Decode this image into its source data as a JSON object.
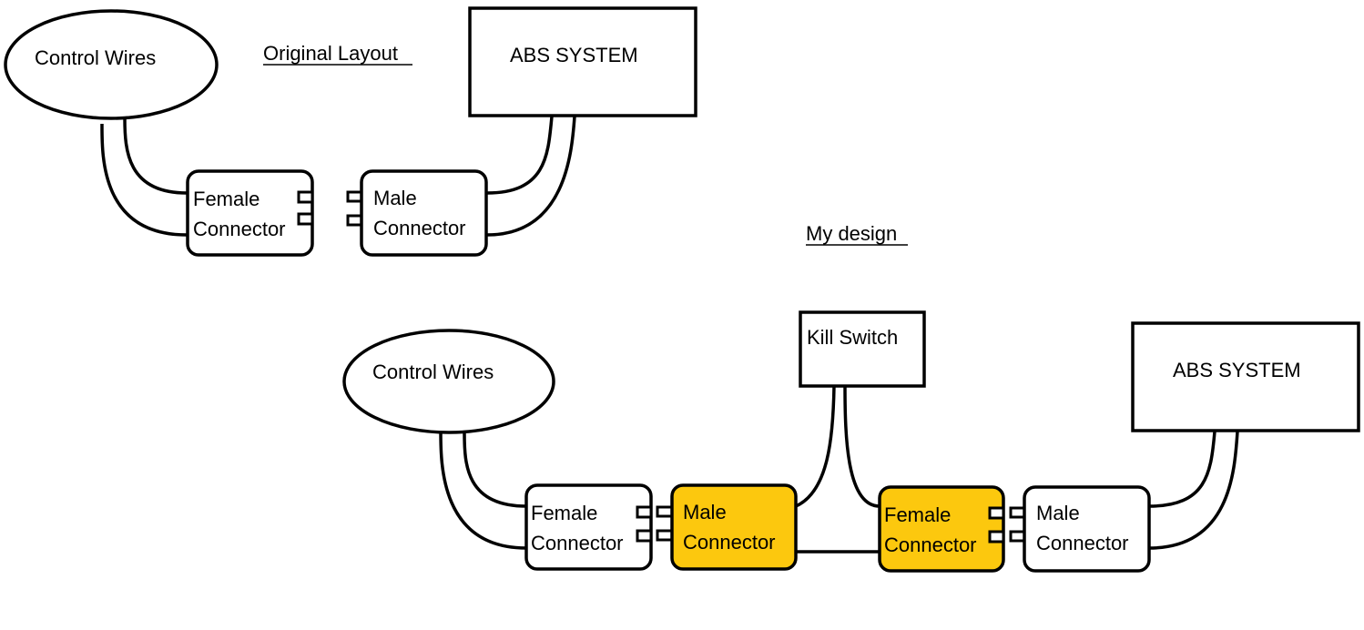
{
  "colors": {
    "stroke": "#000000",
    "plain_fill": "#ffffff",
    "added_fill": "#FCC80E"
  },
  "original": {
    "heading": "Original Layout",
    "control_wires": "Control Wires",
    "abs_system": "ABS SYSTEM",
    "female_connector": [
      "Female",
      "Connector"
    ],
    "male_connector": [
      "Male",
      "Connector"
    ]
  },
  "design": {
    "heading": "My design",
    "control_wires": "Control Wires",
    "kill_switch": "Kill Switch",
    "abs_system": "ABS SYSTEM",
    "female_connector": [
      "Female",
      "Connector"
    ],
    "added_male_connector": [
      "Male",
      "Connector"
    ],
    "added_female_connector": [
      "Female",
      "Connector"
    ],
    "male_connector": [
      "Male",
      "Connector"
    ]
  }
}
